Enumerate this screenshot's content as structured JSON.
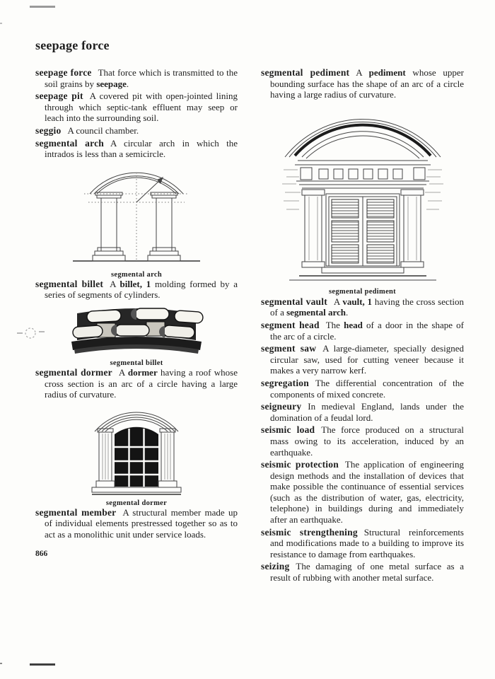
{
  "colors": {
    "ink": "#1f1f1f",
    "paper": "#fdfdfb"
  },
  "page": {
    "running_head": "seepage force",
    "page_number": "866"
  },
  "left_column": {
    "entries": [
      {
        "term": "seepage force",
        "definition": [
          {
            "t": "That force which is transmitted to the soil grains by ",
            "b": false
          },
          {
            "t": "seepage",
            "b": true
          },
          {
            "t": ".",
            "b": false
          }
        ]
      },
      {
        "term": "seepage pit",
        "definition": [
          {
            "t": "A covered pit with open-jointed lining through which septic-tank effluent may seep or leach into the surrounding soil.",
            "b": false
          }
        ]
      },
      {
        "term": "seggio",
        "definition": [
          {
            "t": "A council chamber.",
            "b": false
          }
        ]
      },
      {
        "term": "segmental arch",
        "definition": [
          {
            "t": "A circular arch in which the intrados is less than a semicircle.",
            "b": false
          }
        ]
      },
      {
        "term": "segmental billet",
        "definition": [
          {
            "t": "A ",
            "b": false
          },
          {
            "t": "billet, 1",
            "b": true
          },
          {
            "t": " molding formed by a series of segments of cylinders.",
            "b": false
          }
        ]
      },
      {
        "term": "segmental dormer",
        "definition": [
          {
            "t": "A ",
            "b": false
          },
          {
            "t": "dormer",
            "b": true
          },
          {
            "t": " having a roof whose cross section is an arc of a circle having a large radius of curvature.",
            "b": false
          }
        ]
      },
      {
        "term": "segmental member",
        "definition": [
          {
            "t": "A structural member made up of individual elements prestressed together so as to act as a monolithic unit under service loads.",
            "b": false
          }
        ]
      }
    ],
    "captions": {
      "arch": "segmental arch",
      "billet": "segmental billet",
      "dormer": "segmental dormer"
    }
  },
  "right_column": {
    "entries": [
      {
        "term": "segmental pediment",
        "definition": [
          {
            "t": "A ",
            "b": false
          },
          {
            "t": "pediment",
            "b": true
          },
          {
            "t": " whose upper bounding surface has the shape of an arc of a circle having a large radius of curvature.",
            "b": false
          }
        ]
      },
      {
        "term": "segmental vault",
        "definition": [
          {
            "t": "A ",
            "b": false
          },
          {
            "t": "vault, 1",
            "b": true
          },
          {
            "t": " having the cross section of a ",
            "b": false
          },
          {
            "t": "segmental arch",
            "b": true
          },
          {
            "t": ".",
            "b": false
          }
        ]
      },
      {
        "term": "segment head",
        "definition": [
          {
            "t": "The ",
            "b": false
          },
          {
            "t": "head",
            "b": true
          },
          {
            "t": " of a door in the shape of the arc of a circle.",
            "b": false
          }
        ]
      },
      {
        "term": "segment saw",
        "definition": [
          {
            "t": "A large-diameter, specially designed circular saw, used for cutting veneer because it makes a very narrow kerf.",
            "b": false
          }
        ]
      },
      {
        "term": "segregation",
        "definition": [
          {
            "t": "The differential concentration of the components of mixed concrete.",
            "b": false
          }
        ]
      },
      {
        "term": "seigneury",
        "definition": [
          {
            "t": "In medieval England, lands under the domination of a feudal lord.",
            "b": false
          }
        ]
      },
      {
        "term": "seismic load",
        "definition": [
          {
            "t": "The force produced on a structural mass owing to its acceleration, induced by an earthquake.",
            "b": false
          }
        ]
      },
      {
        "term": "seismic protection",
        "definition": [
          {
            "t": "The application of engineering design methods and the installation of devices that make possible the continuance of essential services (such as the distribution of water, gas, electricity, telephone) in buildings during and immediately after an earthquake.",
            "b": false
          }
        ]
      },
      {
        "term": "seismic strengthening",
        "definition": [
          {
            "t": "Structural reinforcements and modifications made to a building to improve its resistance to damage from earthquakes.",
            "b": false
          }
        ]
      },
      {
        "term": "seizing",
        "definition": [
          {
            "t": "The damaging of one metal surface as a result of rubbing with another metal surface.",
            "b": false
          }
        ]
      }
    ],
    "captions": {
      "pediment": "segmental pediment"
    }
  }
}
